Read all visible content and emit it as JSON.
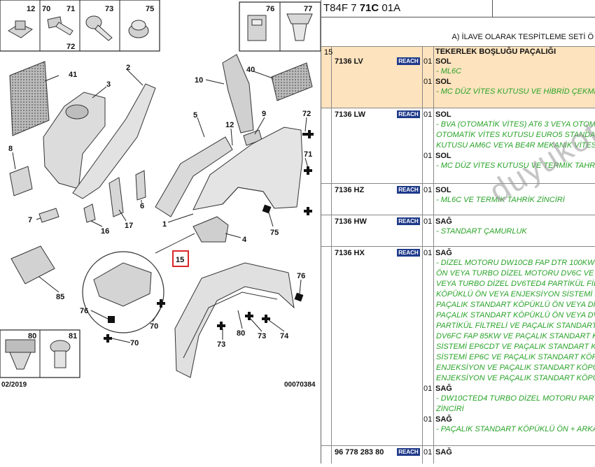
{
  "diagram": {
    "date_label": "02/2019",
    "drawing_number": "00070384",
    "highlight_label": "15",
    "labels": {
      "l12": "12",
      "l70": "70",
      "l71": "71",
      "l72": "72",
      "l73": "73",
      "l75": "75",
      "l76": "76",
      "l77": "77",
      "l41": "41",
      "l2": "2",
      "l3": "3",
      "l10": "10",
      "l40": "40",
      "l5": "5",
      "l9": "9",
      "l12b": "12",
      "l72b": "72",
      "l8": "8",
      "l71b": "71",
      "l6": "6",
      "l7": "7",
      "l16": "16",
      "l17": "17",
      "l1": "1",
      "l4": "4",
      "l75b": "75",
      "l85": "85",
      "l76b": "76",
      "l76c": "76",
      "l70b": "70",
      "l70c": "70",
      "l73b": "73",
      "l80": "80",
      "l73c": "73",
      "l80b": "80",
      "l81": "81",
      "l74": "74"
    }
  },
  "listing": {
    "ref_prefix": "T84F 7 ",
    "ref_bold": "71C",
    "ref_suffix": " 01A",
    "subtitle": "A) İLAVE OLARAK TESPİTLEME SETİ Ö",
    "index": "15",
    "header": "TEKERLEK BOŞLUĞU PAÇALIĞI",
    "reach": "REACH",
    "entries": [
      {
        "code": "7136 LV",
        "lines": [
          {
            "q": "01",
            "s": "SOL",
            "n": "- ML6C"
          },
          {
            "q": "01",
            "s": "SOL",
            "n": "- MC DÜZ VİTES KUTUSU VE HİBRİD ÇEKME"
          }
        ]
      },
      {
        "code": "7136 LW",
        "lines": [
          {
            "q": "01",
            "s": "SOL",
            "n": "- BVA (OTOMATİK VİTES) AT6 3 VEYA OTOM"
          },
          {
            "q": "",
            "s": "",
            "n": "OTOMATİK VİTES KUTUSU EURO5 STANDA"
          },
          {
            "q": "",
            "s": "",
            "n": "KUTUSU AM6C VEYA BE4R MEKANİK VİTES"
          },
          {
            "q": "01",
            "s": "SOL",
            "n": "- MC DÜZ VİTES KUTUSU VE TERMİK TAHRI"
          }
        ]
      },
      {
        "code": "7136 HZ",
        "lines": [
          {
            "q": "01",
            "s": "SOL",
            "n": "- ML6C VE TERMİK TAHRİK ZİNCİRİ"
          }
        ]
      },
      {
        "code": "7136 HW",
        "lines": [
          {
            "q": "01",
            "s": "SAĞ",
            "n": "- STANDART ÇAMURLUK"
          }
        ]
      },
      {
        "code": "7136 HX",
        "lines": [
          {
            "q": "01",
            "s": "SAĞ",
            "n": "- DİZEL MOTORU DW10CB FAP DTR 100KW"
          },
          {
            "q": "",
            "s": "",
            "n": "ÖN VEYA TURBO DİZEL MOTORU DV6C VE"
          },
          {
            "q": "",
            "s": "",
            "n": "VEYA TURBO DİZEL DV6TED4 PARTİKÜL FİL"
          },
          {
            "q": "",
            "s": "",
            "n": "KÖPÜKLÜ ÖN VEYA ENJEKSİYON SİSTEMİ E"
          },
          {
            "q": "",
            "s": "",
            "n": "PAÇALIK STANDART KÖPÜKLÜ ÖN VEYA Dİ"
          },
          {
            "q": "",
            "s": "",
            "n": "PAÇALIK STANDART KÖPÜKLÜ ÖN VEYA DV"
          },
          {
            "q": "",
            "s": "",
            "n": "PARTİKÜL FİLTRELİ VE PAÇALIK STANDART"
          },
          {
            "q": "",
            "s": "",
            "n": "DV6FC FAP 85KW VE PAÇALIK STANDART K"
          },
          {
            "q": "",
            "s": "",
            "n": "SİSTEMİ EP6CDT VE PAÇALIK STANDART K"
          },
          {
            "q": "",
            "s": "",
            "n": "SİSTEMİ EP6C VE PAÇALIK STANDART KÖP"
          },
          {
            "q": "",
            "s": "",
            "n": "ENJEKSİYON VE PAÇALIK STANDART KÖPÜ"
          },
          {
            "q": "",
            "s": "",
            "n": "ENJEKSİYON VE PAÇALIK STANDART KÖPÜ"
          },
          {
            "q": "01",
            "s": "SAĞ",
            "n": "- DW10CTED4 TURBO DİZEL MOTORU PART"
          },
          {
            "q": "",
            "s": "",
            "n": "ZİNCİRİ"
          },
          {
            "q": "01",
            "s": "SAĞ",
            "n": "- PAÇALIK STANDART KÖPÜKLÜ ÖN + ARKA"
          }
        ]
      },
      {
        "code": "96 778 283 80",
        "lines": [
          {
            "q": "01",
            "s": "SAĞ",
            "n": ""
          }
        ]
      }
    ]
  },
  "watermark": "duyukoto.com",
  "colors": {
    "note": "#29a329",
    "highlight": "#fde3be",
    "reach": "#1f3a8a",
    "marker_red": "#d9262b"
  }
}
